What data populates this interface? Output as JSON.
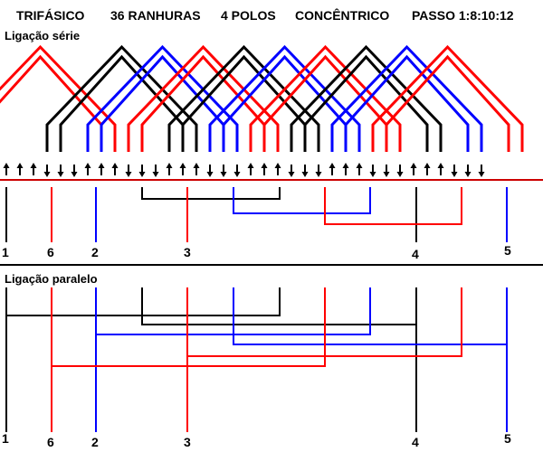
{
  "header": {
    "phase": "TRIFÁSICO",
    "slots": "36 RANHURAS",
    "poles": "4 POLOS",
    "type": "CONCÊNTRICO",
    "pitch": "PASSO 1:8:10:12"
  },
  "series": {
    "title": "Ligação série"
  },
  "parallel": {
    "title": "Ligação paralelo"
  },
  "terminals": [
    "1",
    "6",
    "2",
    "3",
    "4",
    "5"
  ],
  "colors": {
    "phase_a": "#000000",
    "phase_b": "#0000ff",
    "phase_c": "#ff0000",
    "separator": "#cc0000"
  },
  "winding": {
    "slot_count": 36,
    "coil_steps": [
      1,
      8,
      10,
      12
    ],
    "groups": [
      {
        "phase": "phase_c",
        "start_slot": 0,
        "wrap": true
      },
      {
        "phase": "phase_a",
        "start_slot": 3
      },
      {
        "phase": "phase_b",
        "start_slot": 6
      },
      {
        "phase": "phase_c",
        "start_slot": 9
      },
      {
        "phase": "phase_a",
        "start_slot": 12
      },
      {
        "phase": "phase_b",
        "start_slot": 15
      },
      {
        "phase": "phase_c",
        "start_slot": 18
      },
      {
        "phase": "phase_a",
        "start_slot": 21
      },
      {
        "phase": "phase_b",
        "start_slot": 24
      },
      {
        "phase": "phase_c",
        "start_slot": 27
      }
    ]
  }
}
